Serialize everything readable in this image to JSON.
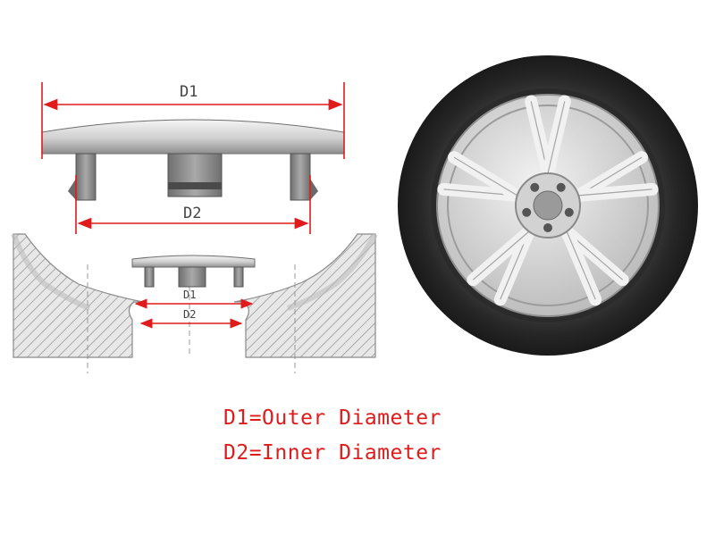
{
  "diagram": {
    "top_cap": {
      "d1_label": "D1",
      "d2_label": "D2"
    },
    "section": {
      "d1_label": "D1",
      "d2_label": "D2"
    }
  },
  "legend": {
    "line1": "D1=Outer Diameter",
    "line2": "D2=Inner Diameter"
  },
  "colors": {
    "dimension_red": "#e01b1b",
    "cap_grey": "#9a9a9a",
    "tire_black": "#2a2a2a",
    "rim_silver": "#d9d9d9"
  }
}
